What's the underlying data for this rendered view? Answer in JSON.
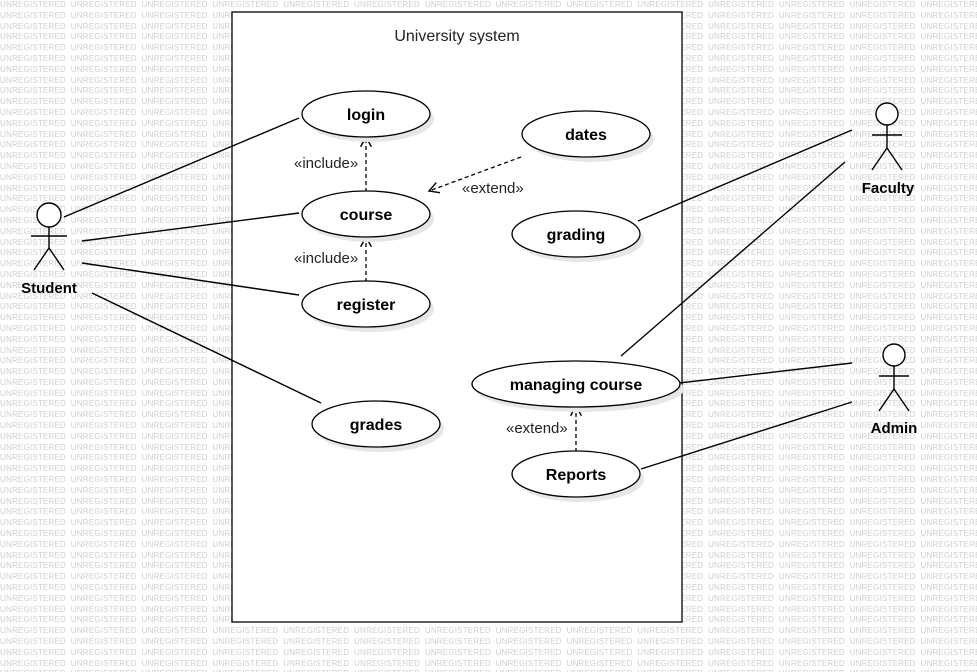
{
  "watermark_text": "UNREGISTERED",
  "system": {
    "title": "University system"
  },
  "actors": {
    "student": "Student",
    "faculty": "Faculty",
    "admin": "Admin"
  },
  "use_cases": {
    "login": "login",
    "course": "course",
    "register": "register",
    "grades": "grades",
    "dates": "dates",
    "grading": "grading",
    "managing_course": "managing course",
    "reports": "Reports"
  },
  "relations": {
    "include_login": "«include»",
    "include_register": "«include»",
    "extend_dates": "«extend»",
    "extend_reports": "«extend»"
  },
  "colors": {
    "line": "#000000",
    "watermark": "#cfcfcf",
    "shadow": "#e6e6e6"
  }
}
